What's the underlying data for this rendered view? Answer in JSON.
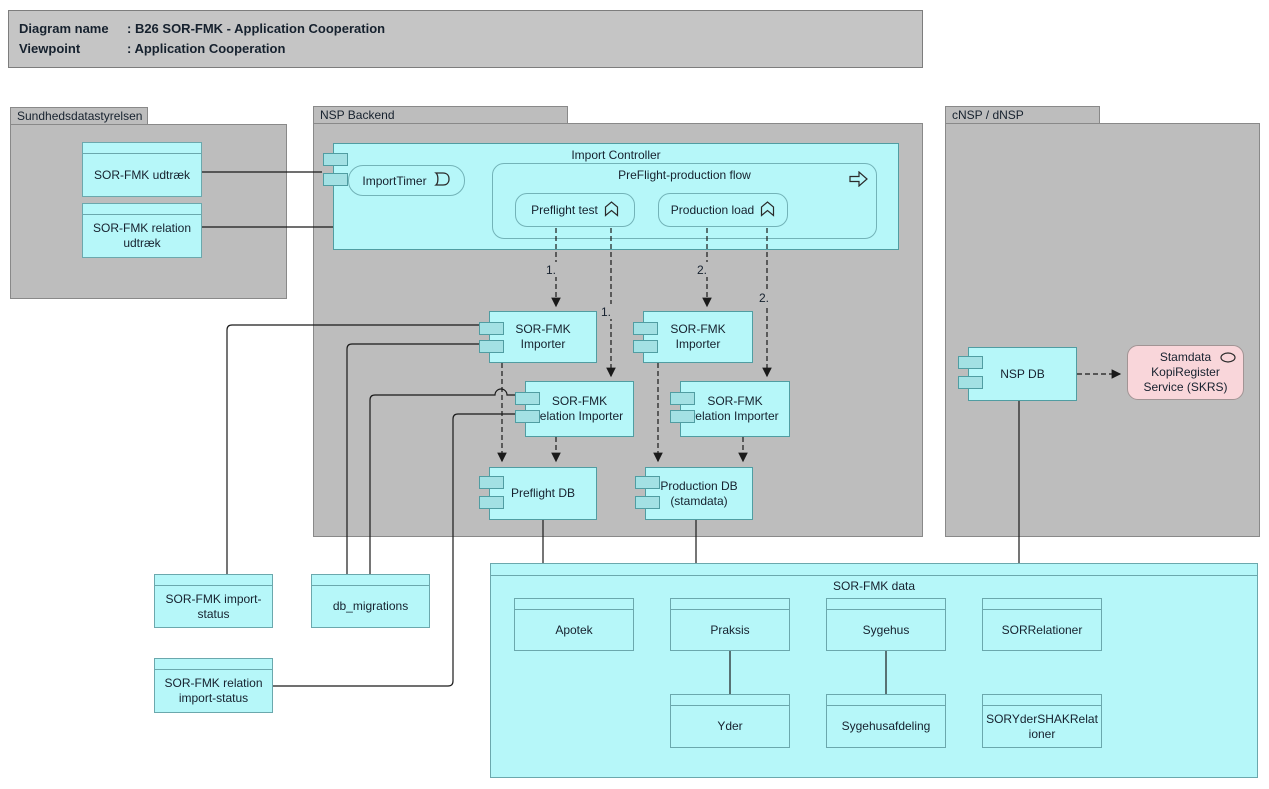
{
  "title_block": {
    "rows": [
      {
        "label": "Diagram name",
        "value": ": B26 SOR-FMK - Application Cooperation"
      },
      {
        "label": "Viewpoint",
        "value": ": Application Cooperation"
      }
    ]
  },
  "groups": {
    "sundhedsdatastyrelsen": "Sundhedsdatastyrelsen",
    "nsp_backend": "NSP Backend",
    "cnsp_dnsp": "cNSP / dNSP"
  },
  "sundhed": {
    "sor_fmk_udtraek": "SOR-FMK udtræk",
    "sor_fmk_relation_udtraek": "SOR-FMK relation udtræk"
  },
  "nsp": {
    "import_controller": "Import Controller",
    "import_timer": "ImportTimer",
    "preflight_production_flow": "PreFlight-production flow",
    "preflight_test": "Preflight test",
    "production_load": "Production load",
    "sor_fmk_importer": "SOR-FMK Importer",
    "sor_fmk_relation_importer": "SOR-FMK relation Importer",
    "preflight_db": "Preflight DB",
    "production_db": "Production DB (stamdata)"
  },
  "cnsp": {
    "nsp_db": "NSP DB",
    "skrs": "Stamdata KopiRegister Service (SKRS)"
  },
  "status_objects": {
    "sor_fmk_import_status": "SOR-FMK import-status",
    "db_migrations": "db_migrations",
    "sor_fmk_relation_import_status": "SOR-FMK relation import-status"
  },
  "sor_fmk_data": {
    "title": "SOR-FMK data",
    "apotek": "Apotek",
    "praksis": "Praksis",
    "sygehus": "Sygehus",
    "sorrelationer": "SORRelationer",
    "yder": "Yder",
    "sygehusafdeling": "Sygehusafdeling",
    "soryder_shak_relationer": "SORYderSHAKRelationer"
  },
  "edge_labels": {
    "step1": "1.",
    "step2": "2."
  },
  "colors": {
    "application_fill": "#b6f7f9",
    "application_border": "#509da2",
    "group_fill": "#bdbdbd",
    "service_fill": "#f9d6da",
    "connector": "#1a1a1a"
  }
}
